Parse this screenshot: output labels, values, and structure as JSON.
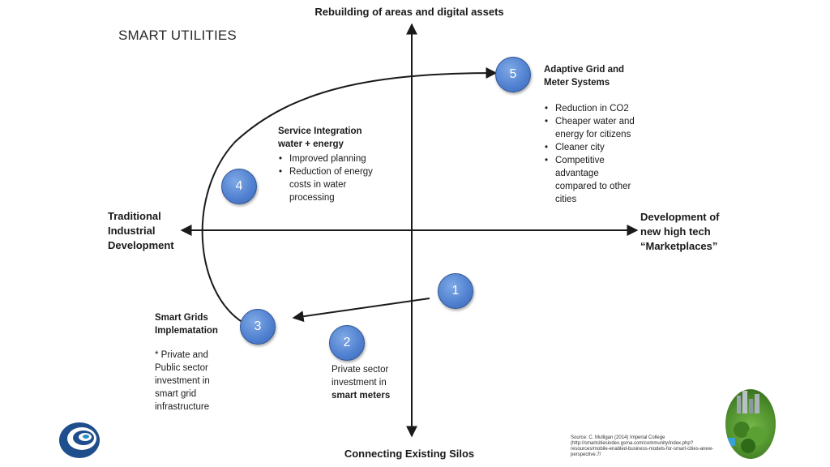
{
  "title": "SMART UTILITIES",
  "axes": {
    "top": "Rebuilding of areas and digital assets",
    "bottom": "Connecting Existing Silos",
    "left": [
      "Traditional",
      "Industrial",
      "Development"
    ],
    "right": [
      "Development of",
      "new high tech",
      "“Marketplaces”"
    ]
  },
  "stages": [
    {
      "number": "1"
    },
    {
      "number": "2",
      "lines": [
        "Private sector",
        "investment in"
      ],
      "bold_line": "smart meters"
    },
    {
      "number": "3",
      "heading": [
        "Smart Grids",
        "Implematation"
      ],
      "lines": [
        "* Private and",
        "Public sector",
        "investment in",
        "smart grid",
        "infrastructure"
      ]
    },
    {
      "number": "4",
      "heading": [
        "Service Integration",
        "water + energy"
      ],
      "bullets": [
        "Improved planning",
        "Reduction of energy costs in water processing"
      ]
    },
    {
      "number": "5",
      "heading": [
        "Adaptive Grid and",
        "Meter Systems"
      ],
      "bullets": [
        "Reduction in CO2",
        "Cheaper water and energy for citizens",
        "Cleaner city",
        "Competitive advantage compared to other cities"
      ]
    }
  ],
  "source": "Source: C. Mulligan (2014) Imperial College (http://smartcitiesindex.gsma.com/community/index.php?resources/mobile-enabled-business-models-for-smart-cities-anew-perspective.7/",
  "colors": {
    "node_fill": "#4f7fcf",
    "node_border": "#2f5597",
    "line": "#1a1a1a"
  }
}
